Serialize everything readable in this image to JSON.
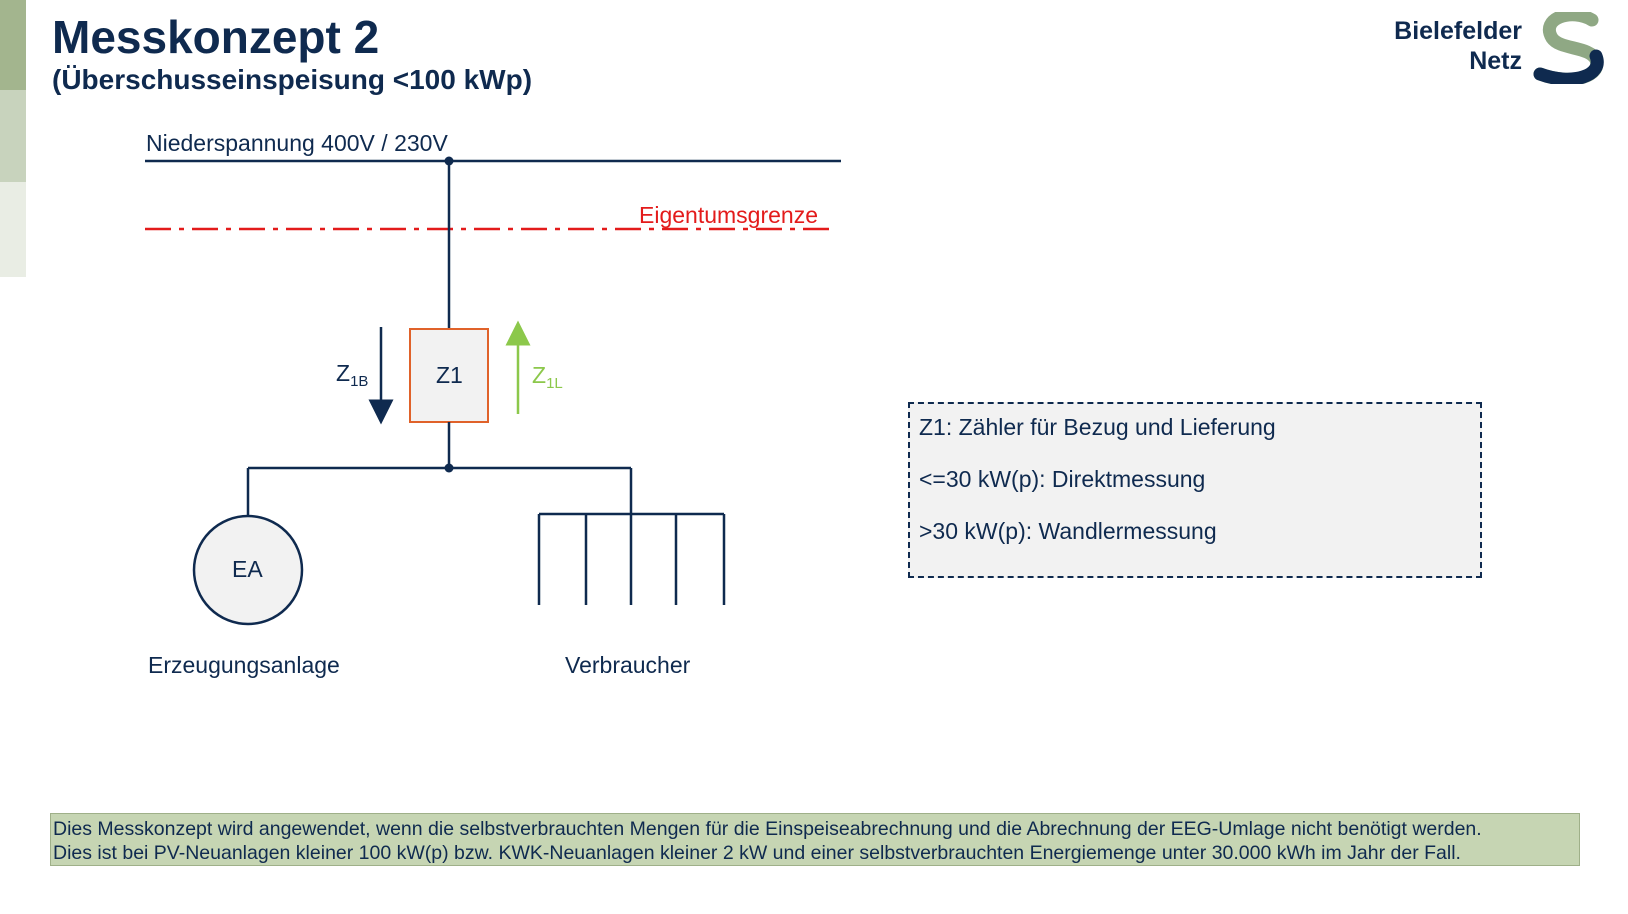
{
  "slide": {
    "title": "Messkonzept 2",
    "subtitle": "(Überschusseinspeisung <100 kWp)"
  },
  "logo": {
    "line1": "Bielefelder",
    "line2": "Netz",
    "icon": "bielefelder-netz-s-logo"
  },
  "colors": {
    "navy": "#0f2a4f",
    "red": "#e31b1b",
    "green": "#8cc84b",
    "meter_border": "#e0622a",
    "footer_bg": "#c6d5b3",
    "accent_dark": "#a3b58e"
  },
  "diagram": {
    "grid_label": "Niederspannung 400V / 230V",
    "ownership_label": "Eigentumsgrenze",
    "meter_label": "Z1",
    "arrow_down": {
      "main": "Z",
      "sub": "1B"
    },
    "arrow_up": {
      "main": "Z",
      "sub": "1L"
    },
    "generator_label": "EA",
    "generator_caption": "Erzeugungsanlage",
    "consumer_caption": "Verbraucher"
  },
  "infobox": {
    "lines": [
      "Z1: Zähler für Bezug und Lieferung",
      "<=30 kW(p): Direktmessung",
      ">30 kW(p): Wandlermessung"
    ]
  },
  "footer": {
    "line1": "Dies Messkonzept wird angewendet, wenn die selbstverbrauchten Mengen für die Einspeiseabrechnung und die Abrechnung der EEG-Umlage nicht benötigt werden.",
    "line2": "Dies ist bei PV-Neuanlagen kleiner 100 kW(p) bzw. KWK-Neuanlagen kleiner 2 kW und einer selbstverbrauchten Energiemenge unter 30.000 kWh im Jahr der Fall."
  }
}
